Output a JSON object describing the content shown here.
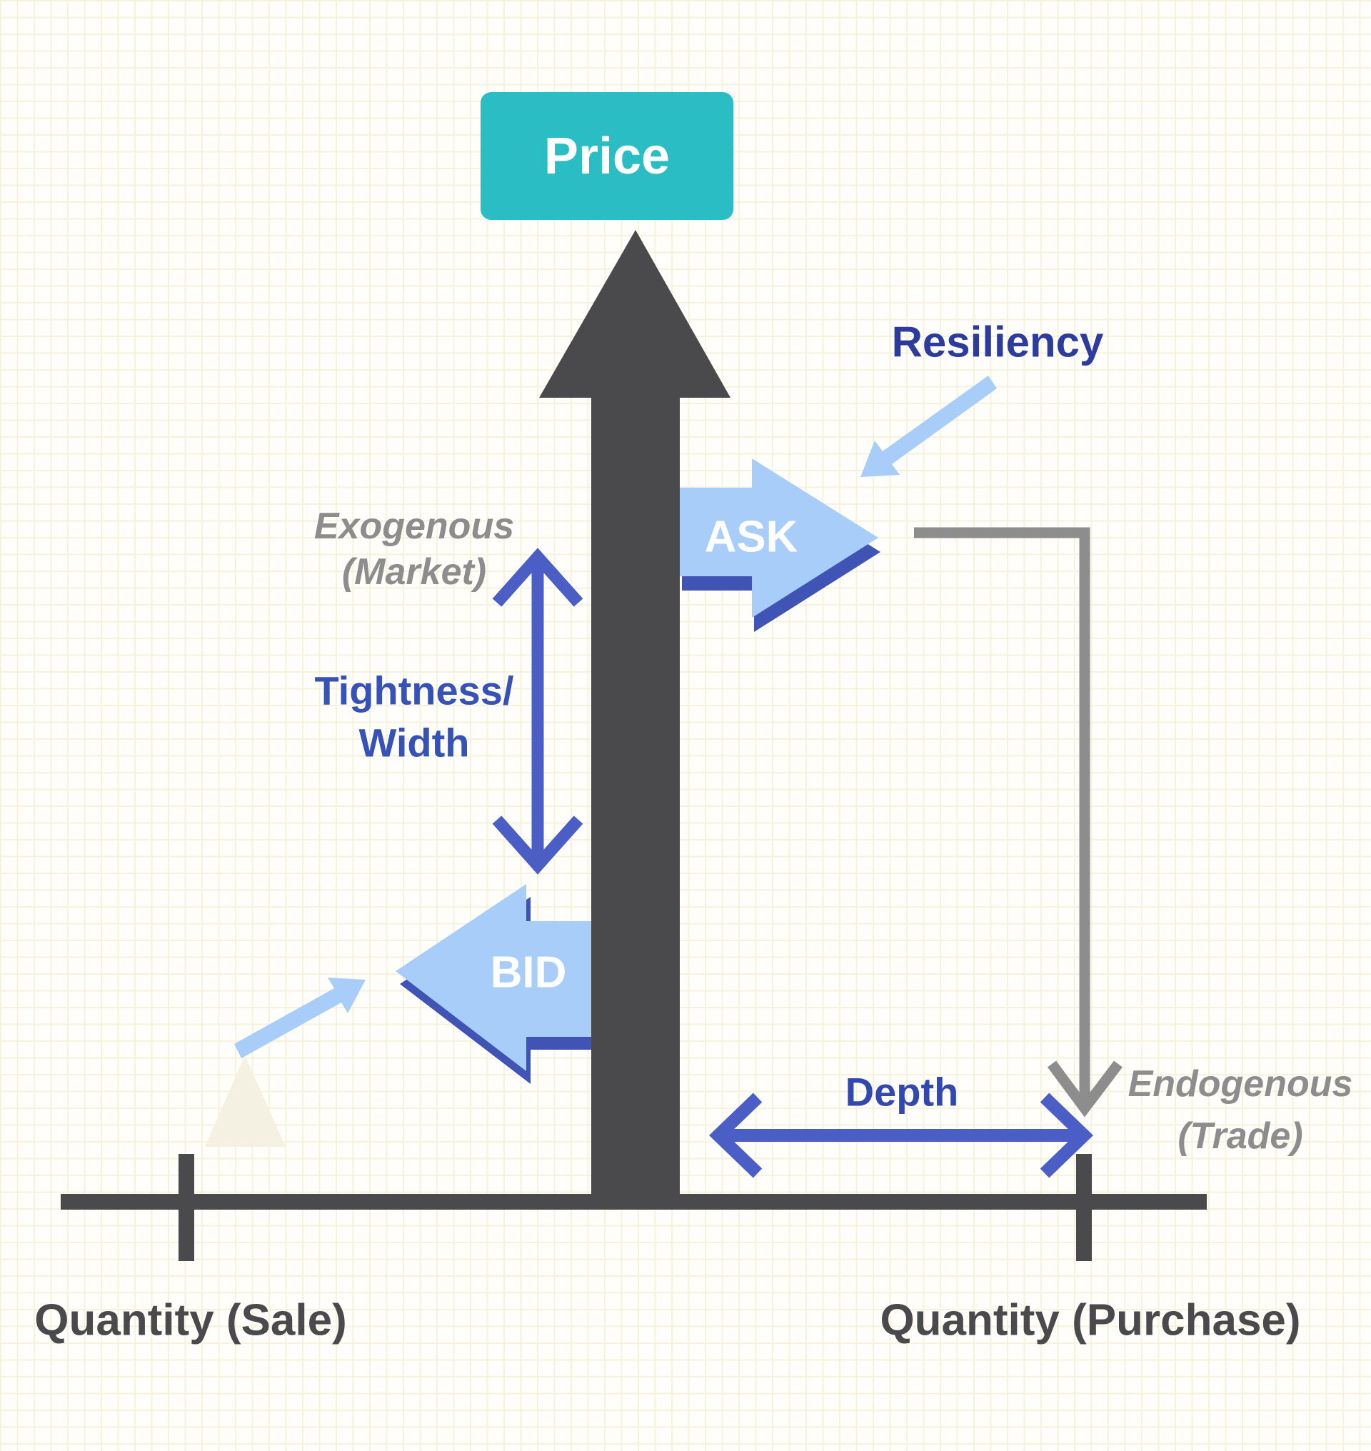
{
  "labels": {
    "price": "Price",
    "ask": "ASK",
    "bid": "BID",
    "resiliency": "Resiliency",
    "exogenous_line1": "Exogenous",
    "exogenous_line2": "(Market)",
    "tightness_line1": "Tightness/",
    "tightness_line2": "Width",
    "depth": "Depth",
    "endogenous_line1": "Endogenous",
    "endogenous_line2": "(Trade)",
    "quantity_sale": "Quantity (Sale)",
    "quantity_purchase": "Quantity (Purchase)"
  },
  "colors": {
    "teal": "#2abec4",
    "dark_gray": "#4a4a4d",
    "mid_gray": "#8d8d8d",
    "light_blue": "#a7cdf8",
    "shadow_blue": "#4054b6",
    "arrow_blue": "#4a5ec6",
    "navy": "#2c3c9d",
    "label_blue": "#3552b8",
    "depth_blue": "#3148b0",
    "white": "#ffffff",
    "ghost": "#f4f0e2",
    "grid_line": "#f6f2de",
    "background": "#fffefa"
  }
}
